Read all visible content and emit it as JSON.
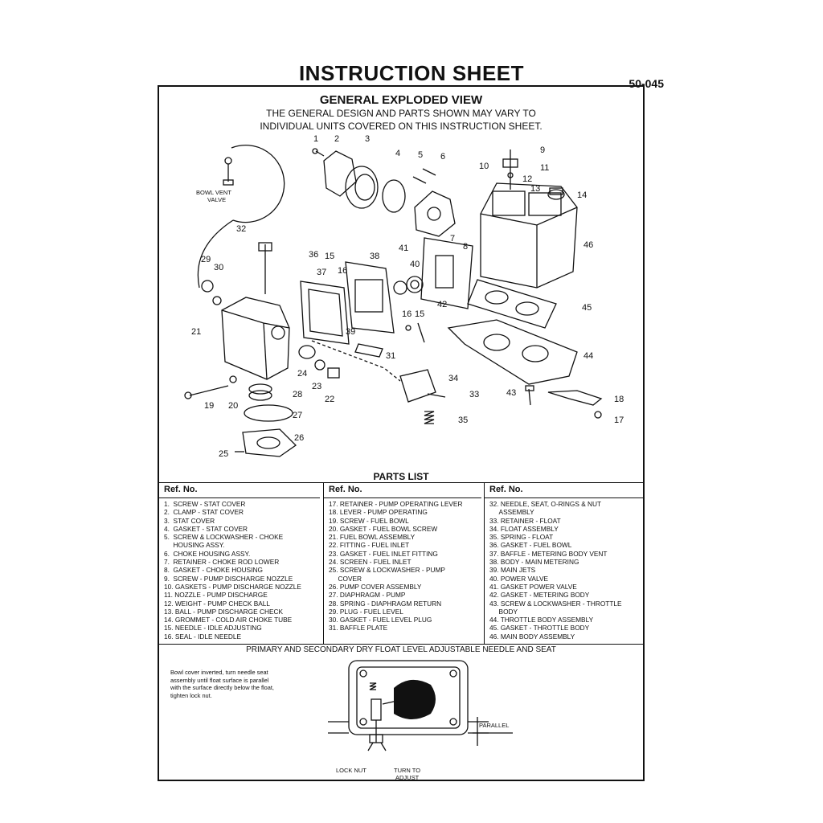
{
  "header": {
    "title": "INSTRUCTION SHEET",
    "doc_number": "50-045"
  },
  "exploded_view": {
    "heading": "GENERAL EXPLODED VIEW",
    "line1": "THE GENERAL DESIGN AND PARTS SHOWN MAY VARY TO",
    "line2": "INDIVIDUAL UNITS COVERED ON THIS INSTRUCTION SHEET.",
    "callout_bowl_vent_1": "BOWL VENT",
    "callout_bowl_vent_2": "VALVE",
    "callouts": [
      "1",
      "2",
      "3",
      "4",
      "5",
      "6",
      "7",
      "8",
      "9",
      "10",
      "11",
      "12",
      "13",
      "14",
      "15",
      "16",
      "17",
      "18",
      "19",
      "20",
      "21",
      "22",
      "23",
      "24",
      "25",
      "26",
      "27",
      "28",
      "29",
      "30",
      "31",
      "32",
      "33",
      "34",
      "35",
      "36",
      "37",
      "38",
      "39",
      "40",
      "41",
      "42",
      "43",
      "44",
      "45",
      "46",
      "15",
      "16"
    ]
  },
  "parts_list": {
    "title": "PARTS LIST",
    "column_header": "Ref. No.",
    "col1": "1.  SCREW - STAT COVER\n2.  CLAMP - STAT COVER\n3.  STAT COVER\n4.  GASKET - STAT COVER\n5.  SCREW & LOCKWASHER - CHOKE\n     HOUSING ASSY.\n6.  CHOKE HOUSING ASSY.\n7.  RETAINER - CHOKE ROD LOWER\n8.  GASKET - CHOKE HOUSING\n9.  SCREW - PUMP DISCHARGE NOZZLE\n10. GASKETS - PUMP DISCHARGE NOZZLE\n11. NOZZLE - PUMP DISCHARGE\n12. WEIGHT - PUMP CHECK BALL\n13. BALL - PUMP DISCHARGE CHECK\n14. GROMMET - COLD AIR CHOKE TUBE\n15. NEEDLE - IDLE ADJUSTING\n16. SEAL - IDLE NEEDLE",
    "col2": "17. RETAINER - PUMP OPERATING LEVER\n18. LEVER - PUMP OPERATING\n19. SCREW - FUEL BOWL\n20. GASKET - FUEL BOWL SCREW\n21. FUEL BOWL ASSEMBLY\n22. FITTING - FUEL INLET\n23. GASKET - FUEL INLET FITTING\n24. SCREEN - FUEL INLET\n25. SCREW & LOCKWASHER - PUMP\n     COVER\n26. PUMP COVER ASSEMBLY\n27. DIAPHRAGM - PUMP\n28. SPRING - DIAPHRAGM RETURN\n29. PLUG - FUEL LEVEL\n30. GASKET - FUEL LEVEL PLUG\n31. BAFFLE PLATE",
    "col3": "32. NEEDLE, SEAT, O-RINGS & NUT\n     ASSEMBLY\n33. RETAINER - FLOAT\n34. FLOAT ASSEMBLY\n35. SPRING - FLOAT\n36. GASKET - FUEL BOWL\n37. BAFFLE - METERING BODY VENT\n38. BODY - MAIN METERING\n39. MAIN JETS\n40. POWER VALVE\n41. GASKET POWER VALVE\n42. GASKET - METERING BODY\n43. SCREW & LOCKWASHER - THROTTLE\n     BODY\n44. THROTTLE BODY ASSEMBLY\n45. GASKET - THROTTLE BODY\n46. MAIN BODY ASSEMBLY"
  },
  "float_level": {
    "title": "PRIMARY AND SECONDARY DRY FLOAT LEVEL ADJUSTABLE NEEDLE AND SEAT",
    "instructions": "Bowl cover inverted, turn needle seat assembly until float surface is parallel with the surface directly below the float, tighten lock nut.",
    "label_parallel": "PARALLEL",
    "label_lock_nut": "LOCK NUT",
    "label_turn_1": "TURN TO",
    "label_turn_2": "ADJUST"
  }
}
